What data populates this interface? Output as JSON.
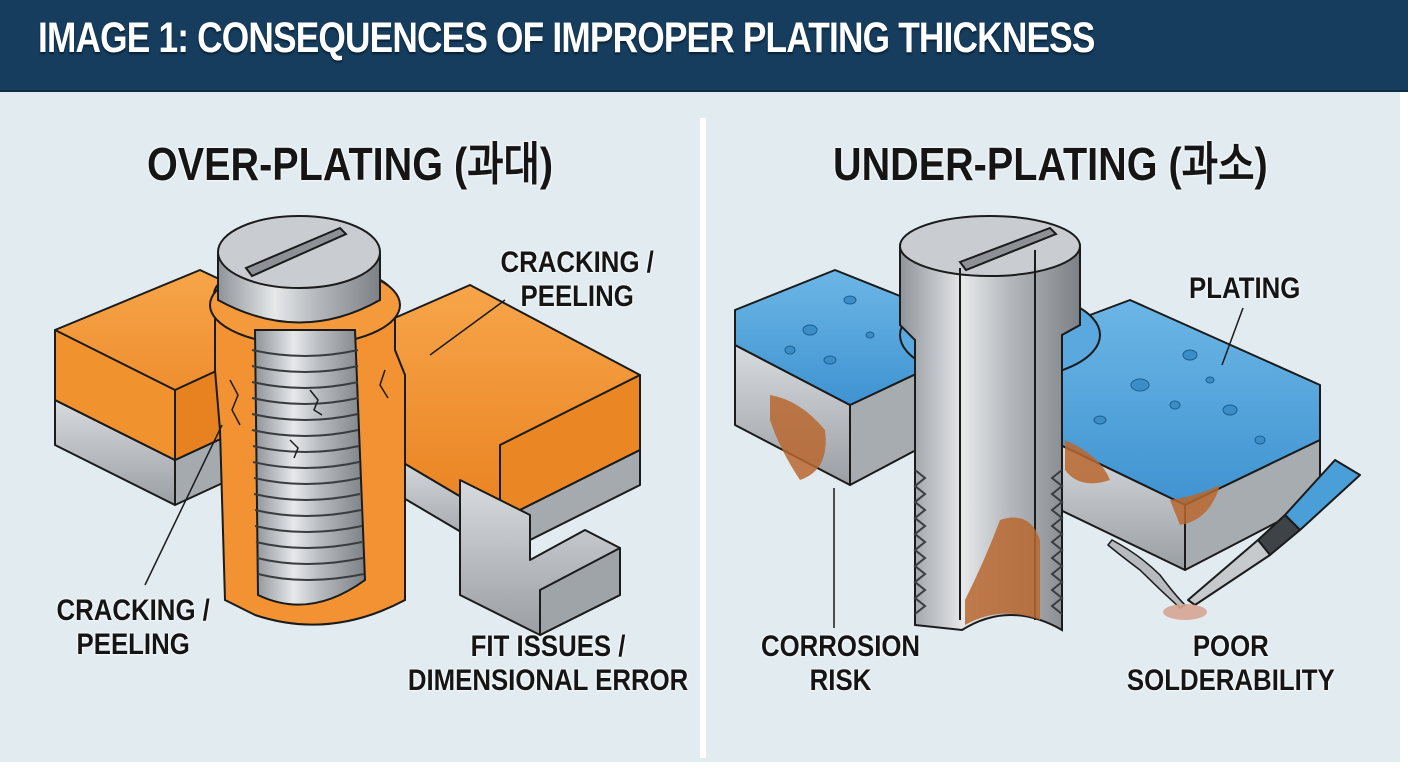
{
  "header": {
    "title": "IMAGE 1: CONSEQUENCES OF IMPROPER PLATING THICKNESS"
  },
  "left_panel": {
    "title": "OVER-PLATING (과대)",
    "labels": {
      "cracking_top": [
        "CRACKING /",
        "PEELING"
      ],
      "cracking_bottom": [
        "CRACKING /",
        "PEELING"
      ],
      "fit_issues": [
        "FIT ISSUES /",
        "DIMENSIONAL ERROR"
      ]
    }
  },
  "right_panel": {
    "title": "UNDER-PLATING (과소)",
    "labels": {
      "plating": "PLATING",
      "corrosion": [
        "CORROSION",
        "RISK"
      ],
      "solderability": [
        "POOR",
        "SOLDERABILITY"
      ]
    }
  },
  "colors": {
    "header_bg": "#163d5e",
    "panel_bg": "#e1ebf0",
    "over_plating": "#f08c2a",
    "under_plating": "#4a9fd8",
    "metal": "#b9bdc2",
    "rust": "#b8672f"
  }
}
